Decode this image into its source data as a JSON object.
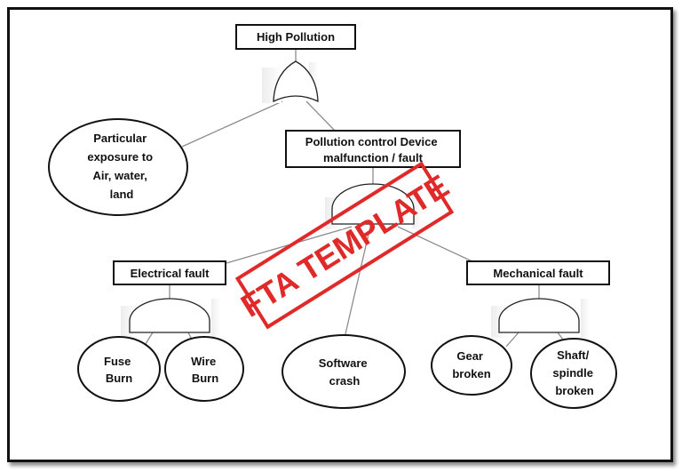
{
  "nodes": {
    "top": "High Pollution",
    "particular": [
      "Particular",
      "exposure to",
      "Air, water,",
      "land"
    ],
    "device": [
      "Pollution control Device",
      "malfunction / fault"
    ],
    "electrical": "Electrical  fault",
    "mechanical": "Mechanical fault",
    "fuse": [
      "Fuse",
      "Burn"
    ],
    "wire": [
      "Wire",
      "Burn"
    ],
    "software": [
      "Software",
      "crash"
    ],
    "gear": [
      "Gear",
      "broken"
    ],
    "shaft": [
      "Shaft/",
      "spindle",
      "broken"
    ]
  },
  "watermark": "FTA TEMPLATE",
  "colors": {
    "stamp": "#e02a2a",
    "line": "#8c8c8c",
    "border": "#111111"
  },
  "gates": {
    "top": "or-gate",
    "device": "and-gate",
    "electrical": "and-gate",
    "mechanical": "and-gate"
  }
}
